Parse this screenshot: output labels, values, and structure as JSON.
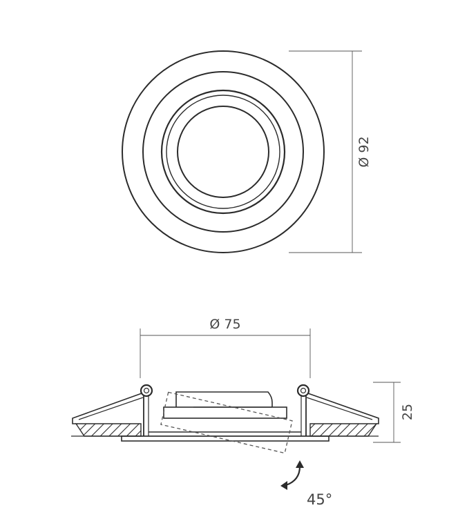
{
  "dimensions": {
    "outer_diameter": "Ø 92",
    "cutout_diameter": "Ø 75",
    "height": "25",
    "tilt_angle": "45°"
  },
  "colors": {
    "line": "#2b2b2b",
    "dimension_line": "#555555",
    "text": "#444444",
    "background": "#ffffff"
  }
}
